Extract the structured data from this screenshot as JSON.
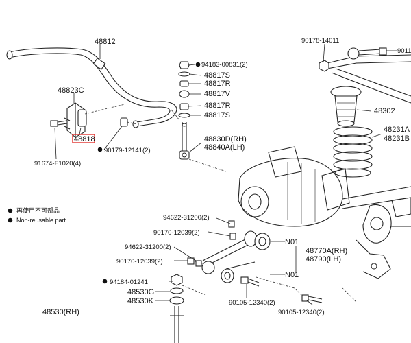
{
  "labels": {
    "p48812": "48812",
    "p48823C": "48823C",
    "p48818": "48818",
    "p91674": "91674-F1020(4)",
    "p90179": "90179-12141(2)",
    "p94183": "94183-00831(2)",
    "p48817S_a": "48817S",
    "p48817R_a": "48817R",
    "p48817V": "48817V",
    "p48817R_b": "48817R",
    "p48817S_b": "48817S",
    "p48830D": "48830D(RH)",
    "p48840A": "48840A(LH)",
    "p90178": "90178-14011",
    "p9011": "9011",
    "p48302": "48302",
    "p48231A": "48231A",
    "p48231B": "48231B",
    "p94622_a": "94622-31200(2)",
    "p90170_a": "90170-12039(2)",
    "p94622_b": "94622-31200(2)",
    "p90170_b": "90170-12039(2)",
    "pN01_a": "N01",
    "pN01_b": "N01",
    "p48770A": "48770A(RH)",
    "p48790": "48790(LH)",
    "p94184": "94184-01241",
    "p48530G": "48530G",
    "p48530K": "48530K",
    "p48530": "48530(RH)",
    "p90105_a": "90105-12340(2)",
    "p90105_b": "90105-12340(2)"
  },
  "legend": {
    "line1": "再使用不可部品",
    "line2": "Non-reusable part"
  },
  "colors": {
    "highlight": "#e0322f"
  }
}
